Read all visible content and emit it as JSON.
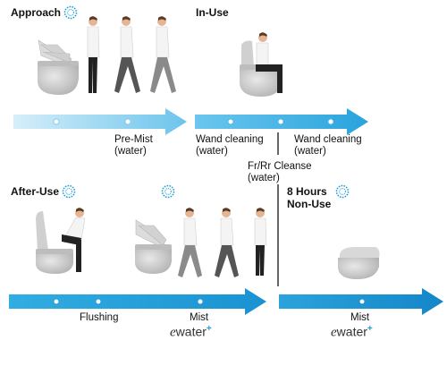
{
  "phases": {
    "approach": "Approach",
    "in_use": "In-Use",
    "after_use": "After-Use",
    "non_use_line1": "8 Hours",
    "non_use_line2": "Non-Use"
  },
  "labels": {
    "premist_line1": "Pre-Mist",
    "premist_line2": "(water)",
    "wand1_line1": "Wand cleaning",
    "wand1_line2": "(water)",
    "wand2_line1": "Wand cleaning",
    "wand2_line2": "(water)",
    "cleanse_line1": "Fr/Rr Cleanse",
    "cleanse_line2": "(water)",
    "flushing": "Flushing",
    "mist1": "Mist",
    "mist2": "Mist"
  },
  "brand": {
    "ewater_e": "e",
    "ewater_text": "water",
    "ewater_plus": "+"
  },
  "colors": {
    "arrow_light": "#a9d8f2",
    "arrow_mid": "#5bbde8",
    "arrow_dark": "#1f9ad7",
    "icon_blue": "#1a9bd6",
    "toilet": "#c9c9c9"
  }
}
